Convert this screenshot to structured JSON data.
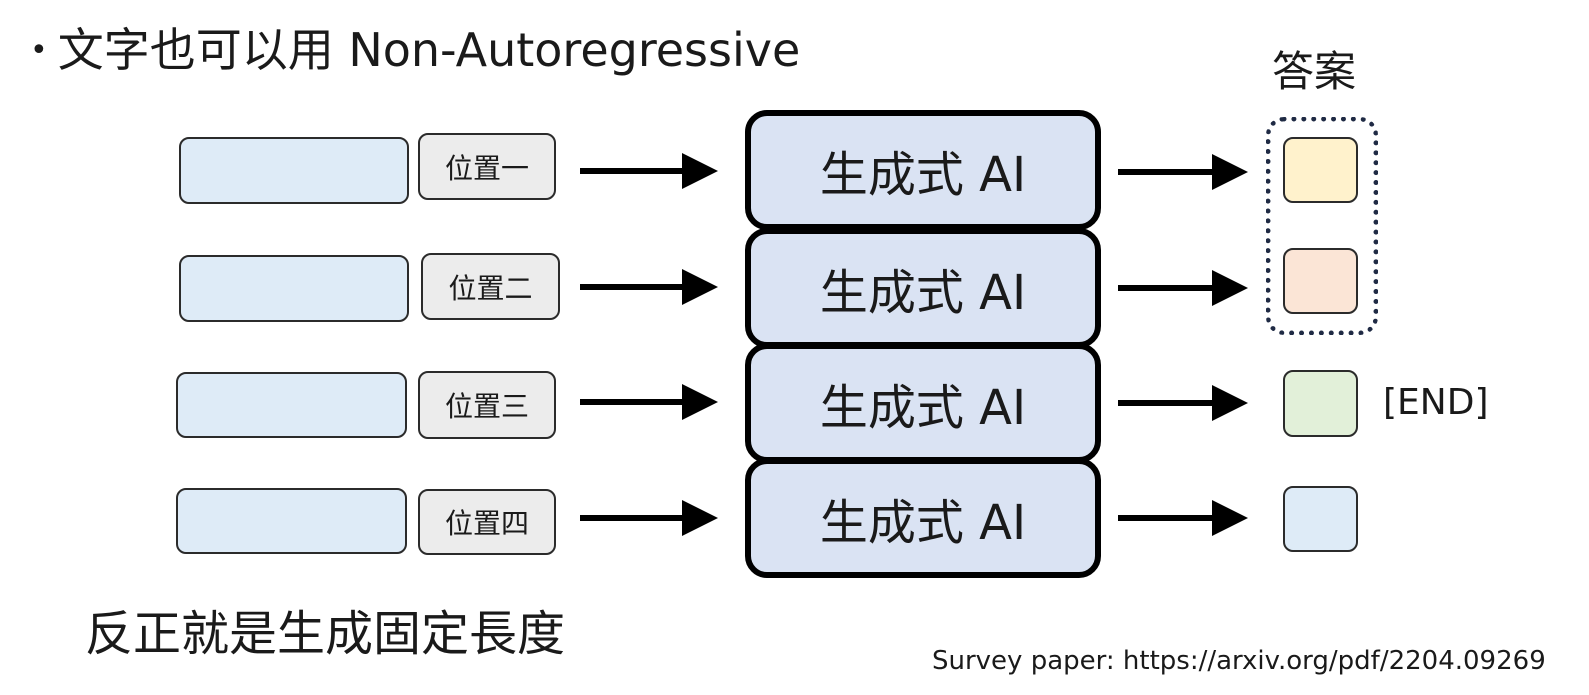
{
  "title": {
    "bullet": "•",
    "text": "文字也可以用 Non-Autoregressive"
  },
  "rows": [
    {
      "position_label": "位置一",
      "ai_label": "生成式 AI",
      "output_color": "#fff2cc",
      "output_label": ""
    },
    {
      "position_label": "位置二",
      "ai_label": "生成式 AI",
      "output_color": "#fbe5d6",
      "output_label": ""
    },
    {
      "position_label": "位置三",
      "ai_label": "生成式 AI",
      "output_color": "#e2f0d9",
      "output_label": "[END]"
    },
    {
      "position_label": "位置四",
      "ai_label": "生成式 AI",
      "output_color": "#deebf7",
      "output_label": ""
    }
  ],
  "answer_label": "答案",
  "bottom_text": "反正就是生成固定長度",
  "footer": "Survey paper: https://arxiv.org/pdf/2204.09269"
}
